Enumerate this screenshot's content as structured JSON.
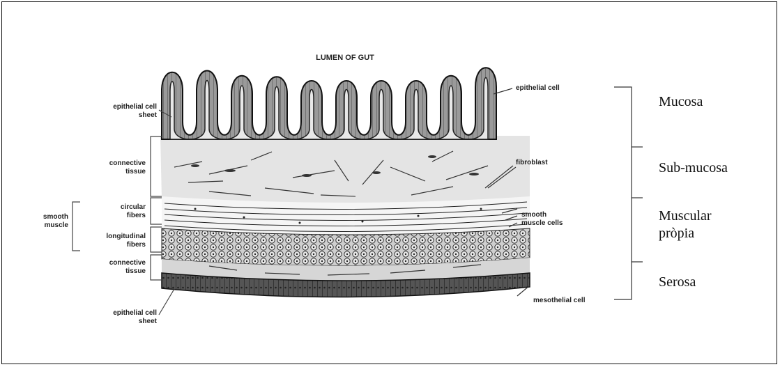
{
  "figure": {
    "title": "LUMEN OF GUT",
    "left_labels": {
      "epithelial_top": [
        "epithelial cell",
        "sheet"
      ],
      "connective_top": [
        "connective",
        "tissue"
      ],
      "smooth_muscle": [
        "smooth",
        "muscle"
      ],
      "circular": [
        "circular",
        "fibers"
      ],
      "longitudinal": [
        "longitudinal",
        "fibers"
      ],
      "connective_bottom": [
        "connective",
        "tissue"
      ],
      "epithelial_bottom": [
        "epithelial cell",
        "sheet"
      ]
    },
    "right_labels": {
      "epithelial_cell": "epithelial cell",
      "fibroblast": "fibroblast",
      "smooth_muscle_cells": [
        "smooth",
        "muscle cells"
      ],
      "mesothelial_cell": "mesothelial cell"
    },
    "layers": {
      "mucosa": "Mucosa",
      "submucosa": "Sub-mucosa",
      "muscular": [
        "Muscular",
        "pròpia"
      ],
      "serosa": "Serosa"
    }
  }
}
